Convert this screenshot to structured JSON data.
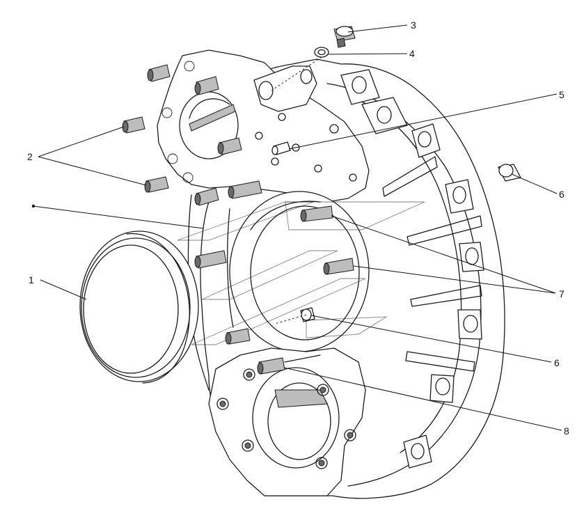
{
  "callouts": [
    {
      "id": "c1",
      "label": "1"
    },
    {
      "id": "c2",
      "label": "2"
    },
    {
      "id": "c3",
      "label": "3"
    },
    {
      "id": "c4",
      "label": "4"
    },
    {
      "id": "c5",
      "label": "5"
    },
    {
      "id": "c6a",
      "label": "6"
    },
    {
      "id": "c6b",
      "label": "6"
    },
    {
      "id": "c7",
      "label": "7"
    },
    {
      "id": "c8",
      "label": "8"
    }
  ]
}
